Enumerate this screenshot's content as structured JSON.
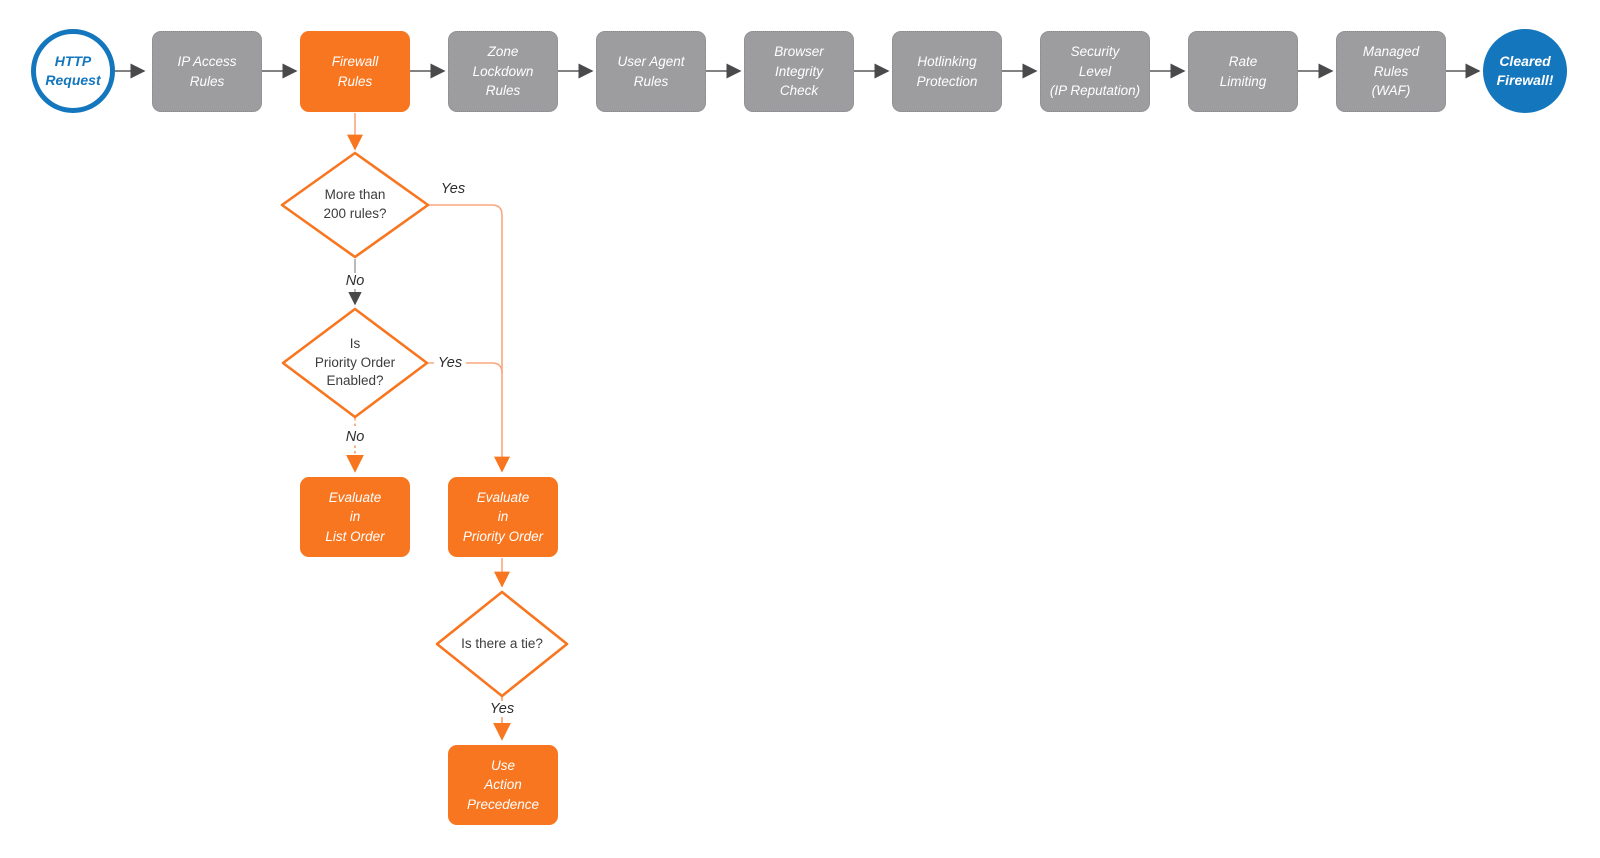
{
  "title": "Firewall request evaluation flowchart",
  "colors": {
    "orange": "#f7761f",
    "light_orange_line": "#f9a87e",
    "gray_node": "#9d9da0",
    "gray_line": "#58585a",
    "blue": "#1477bd"
  },
  "flow": {
    "start": {
      "label": "HTTP\nRequest"
    },
    "steps": [
      {
        "label": "IP Access\nRules"
      },
      {
        "label": "Firewall\nRules"
      },
      {
        "label": "Zone\nLockdown\nRules"
      },
      {
        "label": "User Agent\nRules"
      },
      {
        "label": "Browser\nIntegrity\nCheck"
      },
      {
        "label": "Hotlinking\nProtection"
      },
      {
        "label": "Security\nLevel\n(IP Reputation)"
      },
      {
        "label": "Rate\nLimiting"
      },
      {
        "label": "Managed\nRules\n(WAF)"
      }
    ],
    "end": {
      "label": "Cleared\nFirewall!"
    },
    "decisions": [
      {
        "label": "More than\n200 rules?"
      },
      {
        "label": "Is\nPriority Order\nEnabled?"
      },
      {
        "label": "Is there a tie?"
      }
    ],
    "actions": [
      {
        "label": "Evaluate\nin\nList Order"
      },
      {
        "label": "Evaluate\nin\nPriority Order"
      },
      {
        "label": "Use\nAction\nPrecedence"
      }
    ],
    "edge_labels": {
      "yes1": "Yes",
      "no1": "No",
      "yes2": "Yes",
      "no2": "No",
      "yes3": "Yes"
    }
  }
}
